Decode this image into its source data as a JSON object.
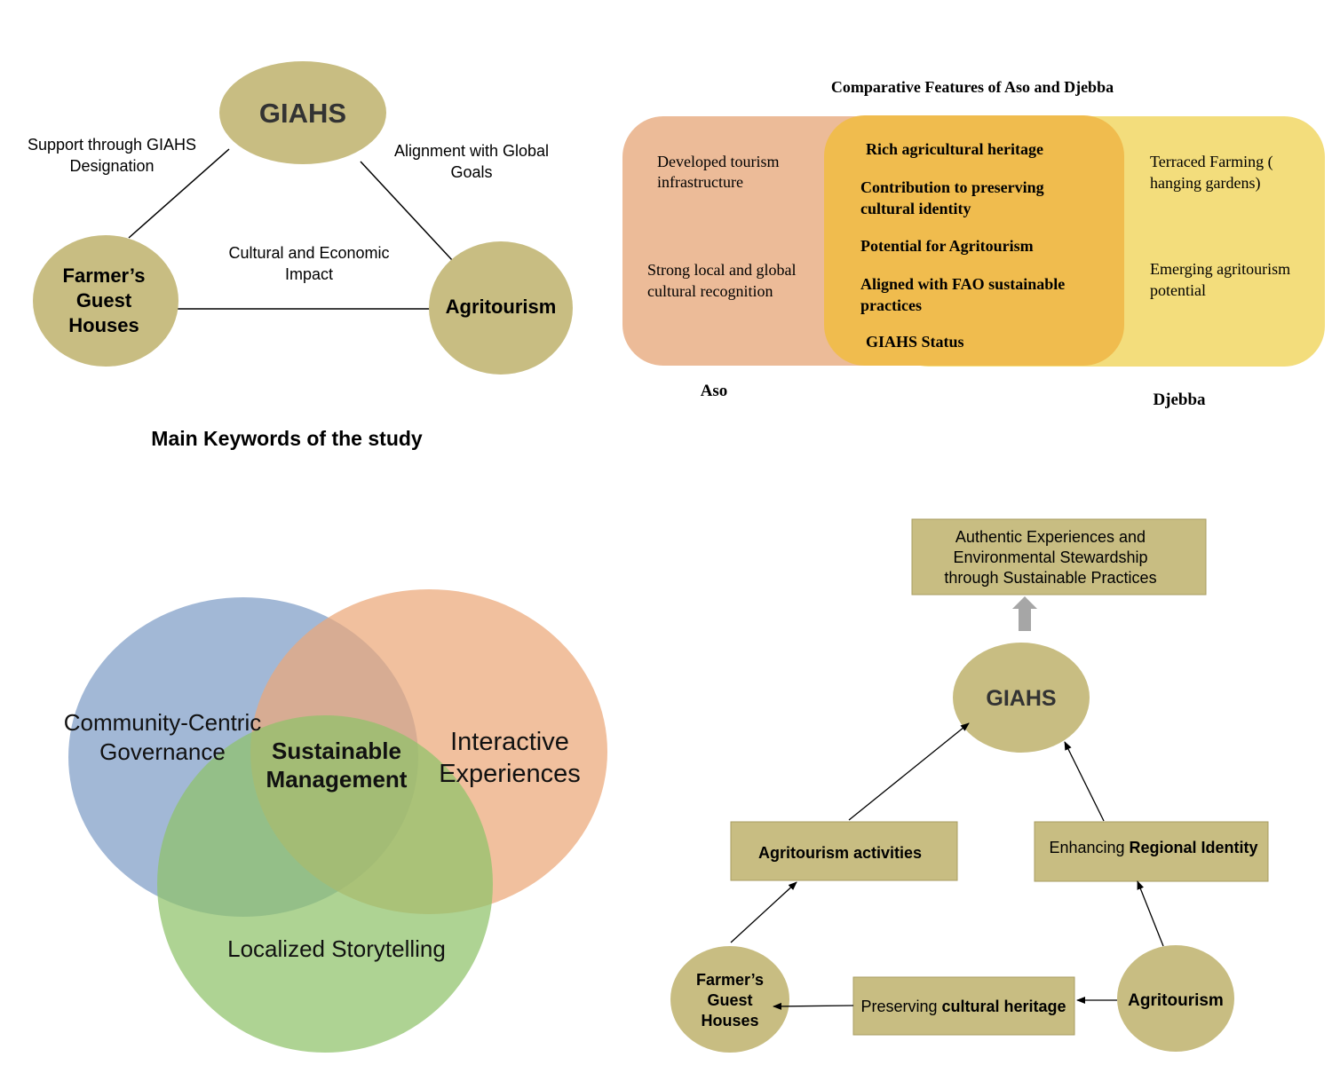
{
  "colors": {
    "node_fill": "#c8bd82",
    "box_fill": "#c8bd82",
    "box_stroke": "#a89d62",
    "aso_fill": "#ecbb98",
    "overlap_fill": "#f0bc4e",
    "djebba_fill": "#f3dd7c",
    "venn_blue": "#8ba6cc",
    "venn_orange": "#eca878",
    "venn_green": "#8fc26a",
    "arrow_gray": "#a6a6a6"
  },
  "keywords_panel": {
    "caption": "Main Keywords of the study",
    "nodes": {
      "giahs": "GIAHS",
      "farmers_line1": "Farmer’s",
      "farmers_line2": "Guest",
      "farmers_line3": "Houses",
      "agritourism": "Agritourism"
    },
    "edge_labels": {
      "support_line1": "Support through GIAHS",
      "support_line2": "Designation",
      "alignment_line1": "Alignment with Global",
      "alignment_line2": "Goals",
      "cultural_line1": "Cultural and Economic",
      "cultural_line2": "Impact"
    }
  },
  "comparison_panel": {
    "title": "Comparative Features of Aso and Djebba",
    "aso_label": "Aso",
    "djebba_label": "Djebba",
    "aso_items": [
      [
        "Developed tourism",
        "infrastructure"
      ],
      [
        "Strong local and global",
        "cultural recognition"
      ]
    ],
    "shared_items": [
      [
        "Rich agricultural heritage"
      ],
      [
        "Contribution to preserving",
        "cultural identity"
      ],
      [
        "Potential for Agritourism"
      ],
      [
        "Aligned with FAO sustainable",
        "practices"
      ],
      [
        "GIAHS Status"
      ]
    ],
    "djebba_items": [
      [
        "Terraced Farming (",
        "hanging gardens)"
      ],
      [
        "Emerging agritourism",
        "potential"
      ]
    ]
  },
  "venn_panel": {
    "community_line1": "Community-Centric",
    "community_line2": "Governance",
    "interactive_line1": "Interactive",
    "interactive_line2": "Experiences",
    "storytelling": "Localized Storytelling",
    "center_line1": "Sustainable",
    "center_line2": "Management"
  },
  "flow_panel": {
    "top_box_line1": "Authentic Experiences and",
    "top_box_line2": "Environmental Stewardship",
    "top_box_line3": "through Sustainable Practices",
    "giahs": "GIAHS",
    "agritourism_activities": "Agritourism activities",
    "regional_prefix": "Enhancing ",
    "regional_bold": "Regional Identity",
    "farmers_line1": "Farmer’s",
    "farmers_line2": "Guest",
    "farmers_line3": "Houses",
    "preserving_prefix": "Preserving ",
    "preserving_bold": "cultural heritage",
    "agritourism": "Agritourism"
  }
}
